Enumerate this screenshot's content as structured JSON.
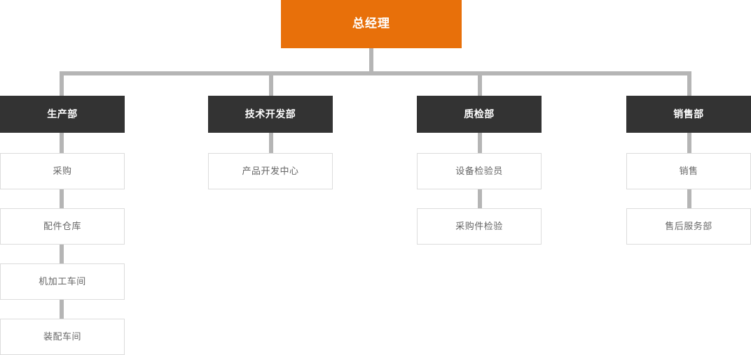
{
  "chart_data": {
    "type": "diagram",
    "diagram_type": "organization-chart",
    "title": "",
    "orientation": "top-down",
    "colors": {
      "root_fill": "#e8700a",
      "root_text": "#ffffff",
      "dept_fill": "#333333",
      "dept_text": "#ffffff",
      "sub_fill": "#ffffff",
      "sub_border": "#dcdcdc",
      "sub_text": "#666666",
      "connector": "#b5b5b5",
      "background": "#ffffff"
    },
    "root": {
      "label": "总经理",
      "level": 0
    },
    "branches": [
      {
        "dept": "生产部",
        "children": [
          "采购",
          "配件仓库",
          "机加工车间",
          "装配车间"
        ]
      },
      {
        "dept": "技术开发部",
        "children": [
          "产品开发中心"
        ]
      },
      {
        "dept": "质检部",
        "children": [
          "设备检验员",
          "采购件检验"
        ]
      },
      {
        "dept": "销售部",
        "children": [
          "销售",
          "售后服务部"
        ]
      }
    ]
  },
  "root": {
    "label": "总经理"
  },
  "columns": [
    {
      "dept": {
        "label": "生产部"
      },
      "subs": [
        {
          "label": "采购"
        },
        {
          "label": "配件仓库"
        },
        {
          "label": "机加工车间"
        },
        {
          "label": "装配车间"
        }
      ]
    },
    {
      "dept": {
        "label": "技术开发部"
      },
      "subs": [
        {
          "label": "产品开发中心"
        }
      ]
    },
    {
      "dept": {
        "label": "质检部"
      },
      "subs": [
        {
          "label": "设备检验员"
        },
        {
          "label": "采购件检验"
        }
      ]
    },
    {
      "dept": {
        "label": "销售部"
      },
      "subs": [
        {
          "label": "销售"
        },
        {
          "label": "售后服务部"
        }
      ]
    }
  ]
}
